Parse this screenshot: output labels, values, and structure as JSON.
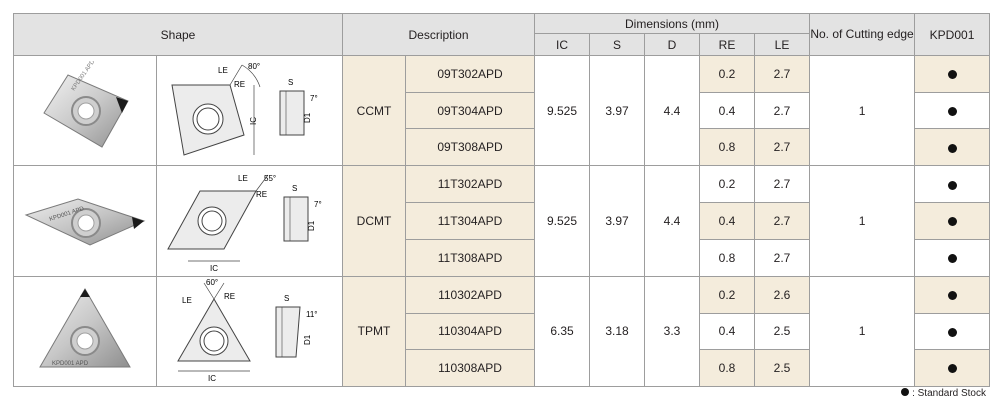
{
  "header": {
    "shape": "Shape",
    "description": "Description",
    "dimensions": "Dimensions (mm)",
    "cutting_edges": "No. of Cutting edge",
    "grade": "KPD001",
    "cols": {
      "ic": "IC",
      "s": "S",
      "d": "D",
      "re": "RE",
      "le": "LE"
    }
  },
  "groups": [
    {
      "series": "CCMT",
      "photo_text": "KPD001 APD",
      "drawing": {
        "angle": "80°",
        "le": "LE",
        "re": "RE",
        "ic": "IC",
        "s": "S",
        "d1": "D1",
        "clearance": "7°"
      },
      "ic": "9.525",
      "s": "3.97",
      "d": "4.4",
      "edges": "1",
      "rows": [
        {
          "code": "09T302APD",
          "re": "0.2",
          "le": "2.7"
        },
        {
          "code": "09T304APD",
          "re": "0.4",
          "le": "2.7"
        },
        {
          "code": "09T308APD",
          "re": "0.8",
          "le": "2.7"
        }
      ]
    },
    {
      "series": "DCMT",
      "photo_text": "KPD001 APD",
      "drawing": {
        "angle": "55°",
        "le": "LE",
        "re": "RE",
        "ic": "IC",
        "s": "S",
        "d1": "D1",
        "clearance": "7°"
      },
      "ic": "9.525",
      "s": "3.97",
      "d": "4.4",
      "edges": "1",
      "rows": [
        {
          "code": "11T302APD",
          "re": "0.2",
          "le": "2.7"
        },
        {
          "code": "11T304APD",
          "re": "0.4",
          "le": "2.7"
        },
        {
          "code": "11T308APD",
          "re": "0.8",
          "le": "2.7"
        }
      ]
    },
    {
      "series": "TPMT",
      "photo_text": "KPD001 APD",
      "drawing": {
        "angle": "60°",
        "le": "LE",
        "re": "RE",
        "ic": "IC",
        "s": "S",
        "d1": "D1",
        "clearance": "11°"
      },
      "ic": "6.35",
      "s": "3.18",
      "d": "3.3",
      "edges": "1",
      "rows": [
        {
          "code": "110302APD",
          "re": "0.2",
          "le": "2.6"
        },
        {
          "code": "110304APD",
          "re": "0.4",
          "le": "2.5"
        },
        {
          "code": "110308APD",
          "re": "0.8",
          "le": "2.5"
        }
      ]
    }
  ],
  "legend": ": Standard Stock",
  "colors": {
    "highlight": "#f4ecdc",
    "header": "#e3e3e3",
    "border": "#9d9d9d"
  }
}
